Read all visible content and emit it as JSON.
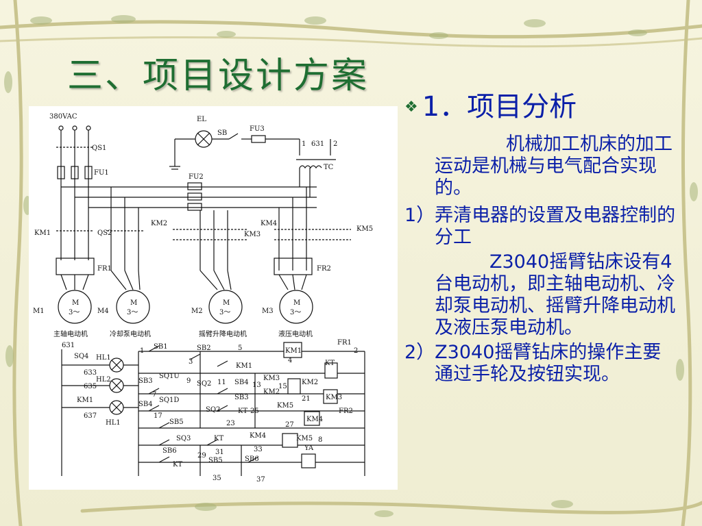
{
  "slide": {
    "title": "三、项目设计方案",
    "heading": "1．项目分析",
    "paragraphs": [
      "机械加工机床的加工运动是机械与电气配合实现的。",
      "1）弄清电器的设置及电器控制的分工",
      "Z3040摇臂钻床设有4台电动机，即主轴电动机、冷却泵电动机、摇臂升降电动机及液压泵电动机。",
      "2）Z3040摇臂钻床的操作主要通过手轮及按钮实现。"
    ]
  },
  "diagram": {
    "supply": "380VAC",
    "labels": {
      "qs1": "QS1",
      "fu1": "FU1",
      "el": "EL",
      "sb": "SB",
      "fu3": "FU3",
      "fu2": "FU2",
      "tc": "TC",
      "tap1": "1",
      "tap631": "631",
      "tap2": "2",
      "km1": "KM1",
      "qs2": "QS2",
      "km2": "KM2",
      "km3": "KM3",
      "km4": "KM4",
      "km5": "KM5",
      "fr1": "FR1",
      "fr2": "FR2",
      "m1": "M1",
      "m4": "M4",
      "m2": "M2",
      "m3": "M3"
    },
    "motor_label": "M",
    "motor_sub": "3～",
    "motor_names": [
      "主轴电动机",
      "冷却泵电动机",
      "摇臂升降电动机",
      "液压电动机"
    ],
    "control": {
      "n631": "631",
      "sq4": "SQ4",
      "hl1": "HL1",
      "n633": "633",
      "hl2": "HL2",
      "n635": "635",
      "ckm1": "KM1",
      "n637": "637",
      "hl1b": "HL1",
      "n1": "1",
      "sb1": "SB1",
      "n3": "3",
      "sb2": "SB2",
      "n5": "5",
      "km1c": "KM1",
      "km1coil": "KM1",
      "n4": "4",
      "fr1c": "FR1",
      "n2": "2",
      "kt": "KT",
      "sb3": "SB3",
      "sq1u": "SQ1U",
      "n7": "7",
      "n9": "9",
      "sq2": "SQ2",
      "n11": "11",
      "sb4": "SB4",
      "n13": "13",
      "km3a": "KM3",
      "n15": "15",
      "km2coil": "KM2",
      "sb4b": "SB4",
      "sq1d": "SQ1D",
      "n17": "17",
      "sb3b": "SB3",
      "km2a": "KM2",
      "n21": "21",
      "km3coil": "KM3",
      "sq2b": "SQ2",
      "kt2": "KT",
      "n25": "25",
      "km5a": "KM5",
      "fr2c": "FR2",
      "sb5": "SB5",
      "n23": "23",
      "n27": "27",
      "km4coil": "KM4",
      "sq3": "SQ3",
      "kt3": "KT",
      "km4a": "KM4",
      "km5coil": "KM5",
      "n8": "8",
      "sb6": "SB6",
      "n29": "29",
      "n31": "31",
      "n33": "33",
      "kt4": "KT",
      "sb5b": "SB5",
      "sb6b": "SB6",
      "ya": "YA",
      "n35": "35",
      "n37": "37"
    }
  }
}
